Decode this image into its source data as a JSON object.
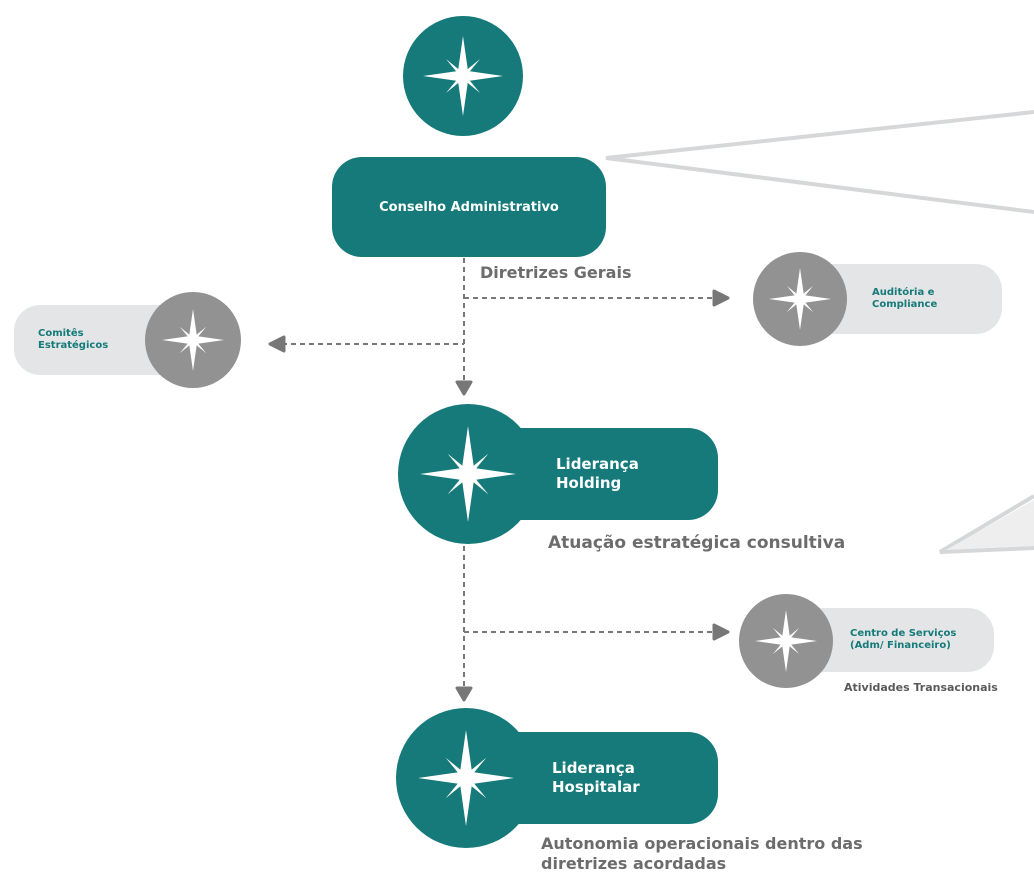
{
  "colors": {
    "teal": "#157a79",
    "grey": "#929292",
    "light_pill": "#e4e5e6",
    "caption": "#6c6c6c",
    "connector": "#777777"
  },
  "icons": {
    "star": "compass-star-icon"
  },
  "nodes": {
    "conselho": {
      "label": "Conselho Administrativo"
    },
    "auditoria": {
      "label_line1": "Auditória e",
      "label_line2": "Compliance"
    },
    "comites": {
      "label_line1": "Comitês",
      "label_line2": "Estratégicos"
    },
    "holding": {
      "label_line1": "Liderança",
      "label_line2": "Holding"
    },
    "centro": {
      "label_line1": "Centro de Serviços",
      "label_line2": "(Adm/ Financeiro)"
    },
    "hospitalar": {
      "label_line1": "Liderança",
      "label_line2": "Hospitalar"
    }
  },
  "captions": {
    "diretrizes": "Diretrizes Gerais",
    "holding": "Atuação estratégica consultiva",
    "centro": "Atividades Transacionais",
    "hospitalar_line1": "Autonomia operacionais dentro das",
    "hospitalar_line2": "diretrizes acordadas"
  }
}
